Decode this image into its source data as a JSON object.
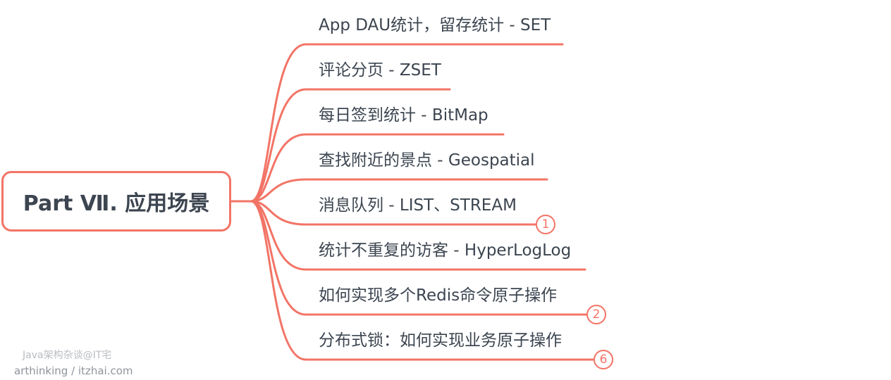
{
  "root": {
    "label": "Part Ⅶ. 应用场景"
  },
  "branches": [
    {
      "label": "App DAU统计，留存统计 - SET",
      "badge": ""
    },
    {
      "label": "评论分页 - ZSET",
      "badge": ""
    },
    {
      "label": "每日签到统计 - BitMap",
      "badge": ""
    },
    {
      "label": "查找附近的景点 - Geospatial",
      "badge": ""
    },
    {
      "label": "消息队列 - LIST、STREAM",
      "badge": "1"
    },
    {
      "label": "统计不重复的访客 - HyperLogLog",
      "badge": ""
    },
    {
      "label": "如何实现多个Redis命令原子操作",
      "badge": "2"
    },
    {
      "label": "分布式锁：如何实现业务原子操作",
      "badge": "6"
    }
  ],
  "watermark": {
    "line1": "Java架构杂谈@IT宅",
    "line2": "arthinking / itzhai.com"
  },
  "colors": {
    "accent": "#f27466",
    "text": "#3c4550"
  }
}
